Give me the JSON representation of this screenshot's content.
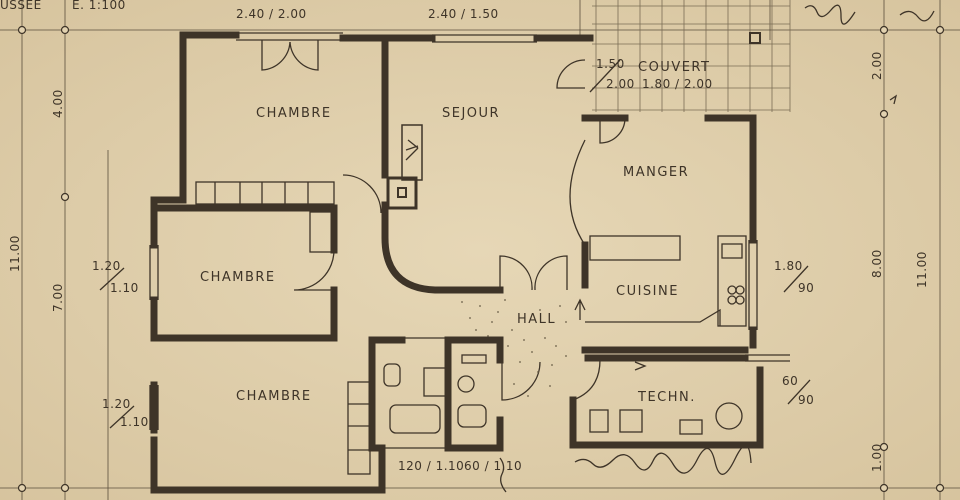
{
  "header": {
    "title_fragment": "USSEE",
    "scale": "E. 1:100"
  },
  "rooms": {
    "chambre_top": "CHAMBRE",
    "sejour": "SEJOUR",
    "manger": "MANGER",
    "chambre_mid": "CHAMBRE",
    "cuisine": "CUISINE",
    "hall": "HALL",
    "chambre_bottom": "CHAMBRE",
    "techn": "TECHN.",
    "couvert": "COUVERT"
  },
  "openings": {
    "top_left": "2.40 / 2.00",
    "top_right": "2.40 / 1.50",
    "couvert_a_top": "1.50",
    "couvert_a_bottom": "2.00",
    "couvert_b": "1.80 / 2.00",
    "left_mid_top": "1.20",
    "left_mid_bottom": "1.10",
    "left_low_top": "1.20",
    "left_low_bottom": "1.10",
    "right_mid_top": "1.80",
    "right_mid_bottom": "90",
    "right_low_top": "60",
    "right_low_bottom": "90",
    "bottom_a": "120 / 1.10",
    "bottom_b": "60 / 1.10"
  },
  "dimensions": {
    "left_upper": "4.00",
    "left_total": "11.00",
    "left_lower": "7.00",
    "right_upper": "2.00",
    "right_mid": "8.00",
    "right_lower": "1.00",
    "right_total": "11.00"
  }
}
